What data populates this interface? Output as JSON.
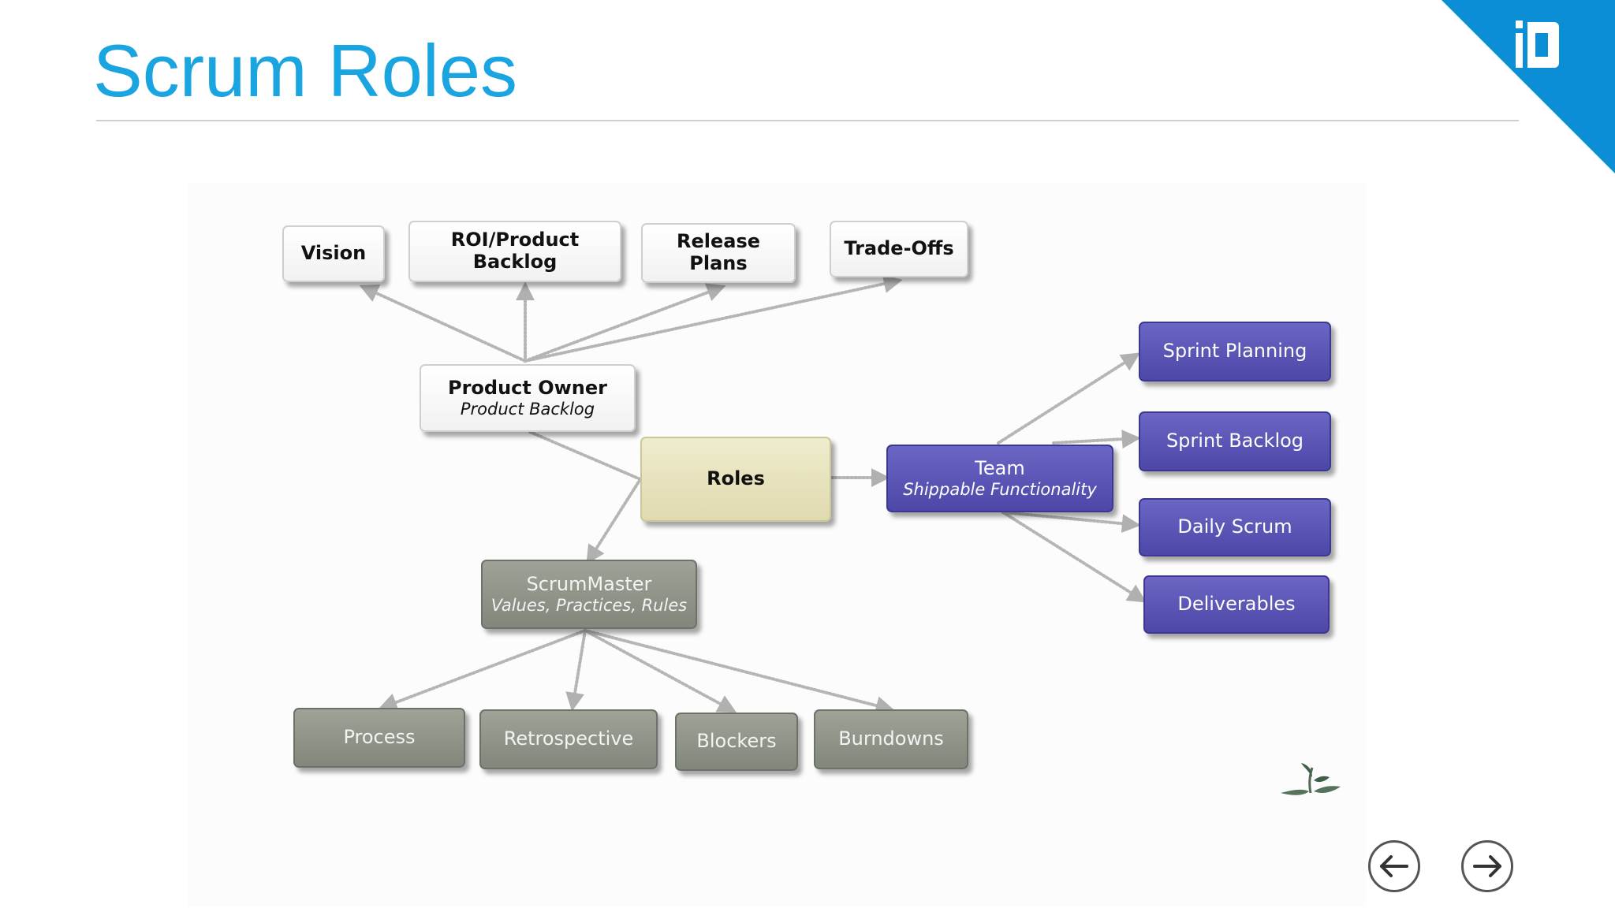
{
  "slide": {
    "title": "Scrum Roles"
  },
  "diagram": {
    "nodes": {
      "vision": {
        "label": "Vision"
      },
      "roi": {
        "label": "ROI/Product\nBacklog"
      },
      "release": {
        "label": "Release\nPlans"
      },
      "tradeoffs": {
        "label": "Trade-Offs"
      },
      "po": {
        "label": "Product Owner",
        "sub": "Product Backlog"
      },
      "roles": {
        "label": "Roles"
      },
      "team": {
        "label": "Team",
        "sub": "Shippable Functionality"
      },
      "sprint_planning": {
        "label": "Sprint Planning"
      },
      "sprint_backlog": {
        "label": "Sprint Backlog"
      },
      "daily_scrum": {
        "label": "Daily Scrum"
      },
      "deliverables": {
        "label": "Deliverables"
      },
      "scrummaster": {
        "label": "ScrumMaster",
        "sub": "Values, Practices, Rules"
      },
      "process": {
        "label": "Process"
      },
      "retrospective": {
        "label": "Retrospective"
      },
      "blockers": {
        "label": "Blockers"
      },
      "burndowns": {
        "label": "Burndowns"
      }
    },
    "colors": {
      "title": "#1ba5e0",
      "brand": "#0b8ed6",
      "owner_nodes": "#ffffff",
      "roles_node": "#e6e2bd",
      "team_nodes": "#5a55b5",
      "scrummaster_nodes": "#8c9186",
      "edges": "#b5b5b5"
    }
  },
  "navigation": {
    "prev_icon": "arrow-left-icon",
    "next_icon": "arrow-right-icon"
  },
  "branding": {
    "logo_icon": "brand-logo-icon"
  }
}
